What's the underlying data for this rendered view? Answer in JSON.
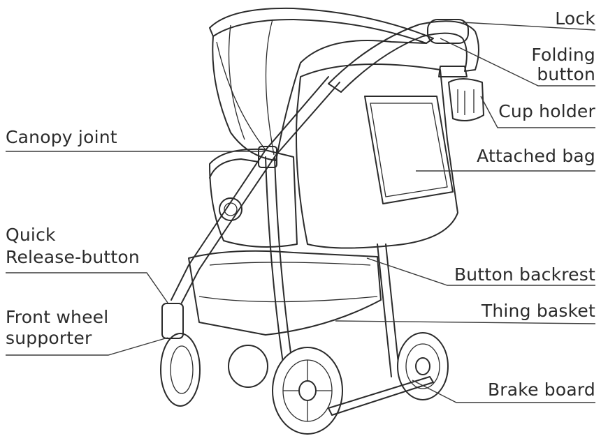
{
  "labels": {
    "lock": "Lock",
    "folding_1": "Folding",
    "folding_2": "button",
    "cup_holder": "Cup holder",
    "attached_bag": "Attached bag",
    "canopy_joint": "Canopy joint",
    "quick_1": "Quick",
    "quick_2": "Release-button",
    "button_backrest": "Button backrest",
    "thing_basket": "Thing basket",
    "front_1": "Front wheel",
    "front_2": "supporter",
    "brake_board": "Brake board"
  },
  "colors": {
    "line": "#2b2b2b",
    "background": "#ffffff"
  }
}
